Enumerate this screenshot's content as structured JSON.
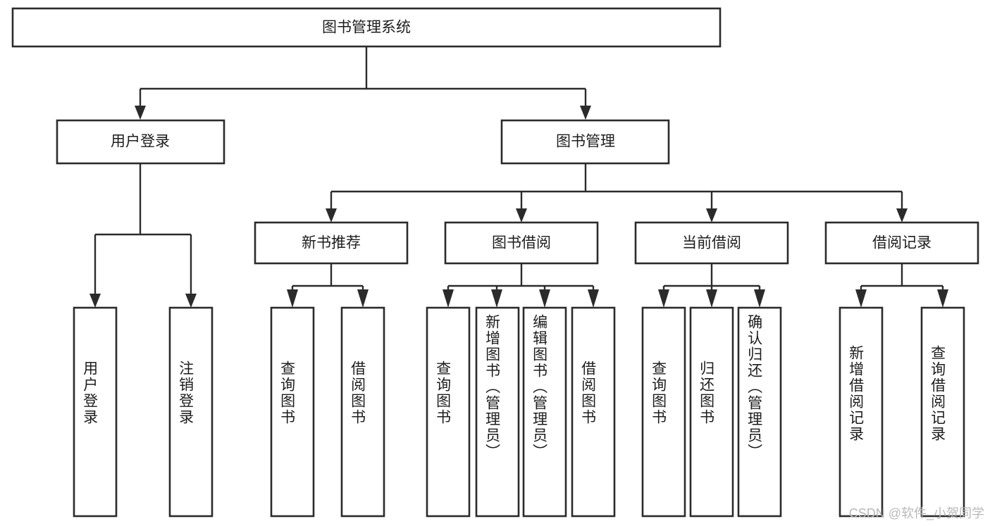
{
  "diagram": {
    "title": "图书管理系统",
    "type": "tree-hierarchy-functional-decomposition",
    "watermark": "CSDN @软件_小贺同学",
    "colors": {
      "background": "#ffffff",
      "box_stroke": "#2b2b2b",
      "box_fill": "#ffffff",
      "connector": "#2b2b2b",
      "text": "#1d1d1d",
      "watermark": "#b9b9b9"
    },
    "root": {
      "label": "图书管理系统"
    },
    "level1": [
      {
        "label": "用户登录"
      },
      {
        "label": "图书管理"
      }
    ],
    "level2": [
      {
        "label": "新书推荐"
      },
      {
        "label": "图书借阅"
      },
      {
        "label": "当前借阅"
      },
      {
        "label": "借阅记录"
      }
    ],
    "leaves_user_login": [
      {
        "label": "用户登录"
      },
      {
        "label": "注销登录"
      }
    ],
    "leaves_new_book": [
      {
        "label": "查询图书"
      },
      {
        "label": "借阅图书"
      }
    ],
    "leaves_borrow": [
      {
        "label": "查询图书"
      },
      {
        "label": "新增图书（管理员）"
      },
      {
        "label": "编辑图书（管理员）"
      },
      {
        "label": "借阅图书"
      }
    ],
    "leaves_current": [
      {
        "label": "查询图书"
      },
      {
        "label": "归还图书"
      },
      {
        "label": "确认归还（管理员）"
      }
    ],
    "leaves_records": [
      {
        "label": "新增借阅记录"
      },
      {
        "label": "查询借阅记录"
      }
    ]
  }
}
